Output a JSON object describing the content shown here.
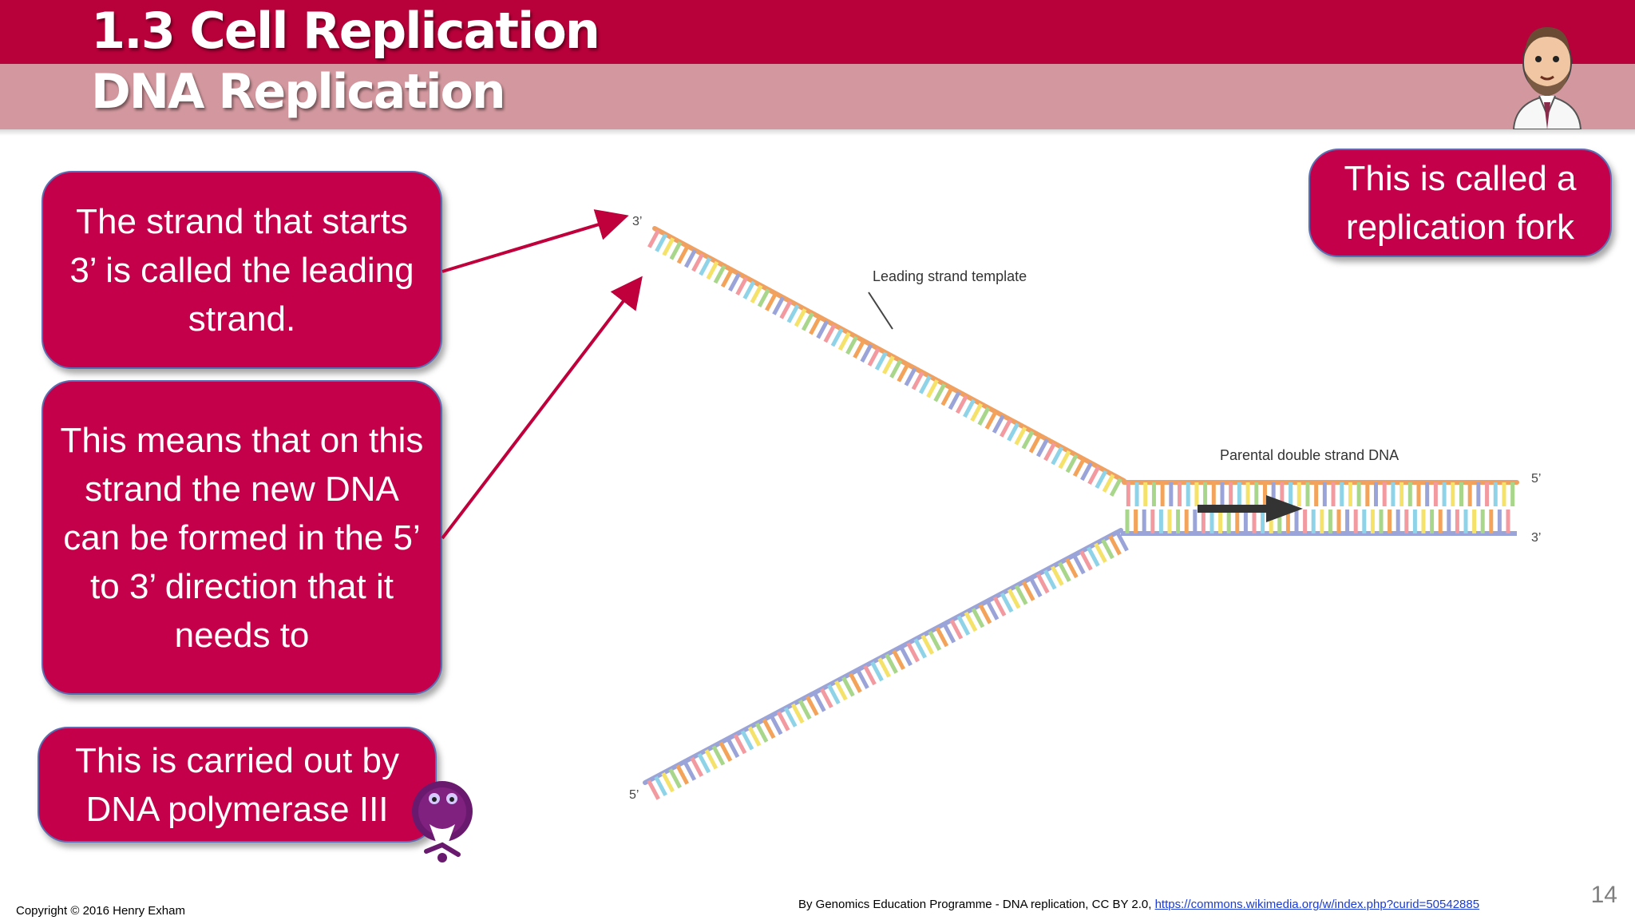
{
  "header": {
    "title": "1.3 Cell Replication",
    "subtitle": "DNA Replication"
  },
  "callouts": {
    "leading_strand": "The strand that starts 3’ is called the leading strand.",
    "direction": "This means that on this strand the new DNA can be formed in the 5’ to 3’ direction that it needs to",
    "polymerase": "This is carried out by DNA polymerase III",
    "fork": "This is called a replication fork"
  },
  "diagram": {
    "leading_strand_template_label": "Leading strand template",
    "parental_dna_label": "Parental double strand DNA",
    "top_end_label": "3’",
    "bottom_end_label": "5’",
    "right_top_label": "5’",
    "right_bottom_label": "3’"
  },
  "footer": {
    "copyright": "Copyright © 2016 Henry Exham",
    "attribution": "By Genomics Education Programme - DNA replication, CC BY 2.0, ",
    "attribution_link": "https://commons.wikimedia.org/w/index.php?curid=50542885",
    "page_number": "14"
  },
  "colors": {
    "brand": "#b8003a",
    "subtitle_band": "#d3989f",
    "callout": "#c5004a",
    "arrow": "#c0003c",
    "base_colors": [
      "#f29aa0",
      "#8ed3e8",
      "#f5e26a",
      "#a8d68a",
      "#f3a35a",
      "#9aa4d8"
    ]
  },
  "icons": {
    "presenter": "cartoon-presenter-avatar-icon",
    "enzyme": "polymerase-enzyme-character-icon"
  }
}
